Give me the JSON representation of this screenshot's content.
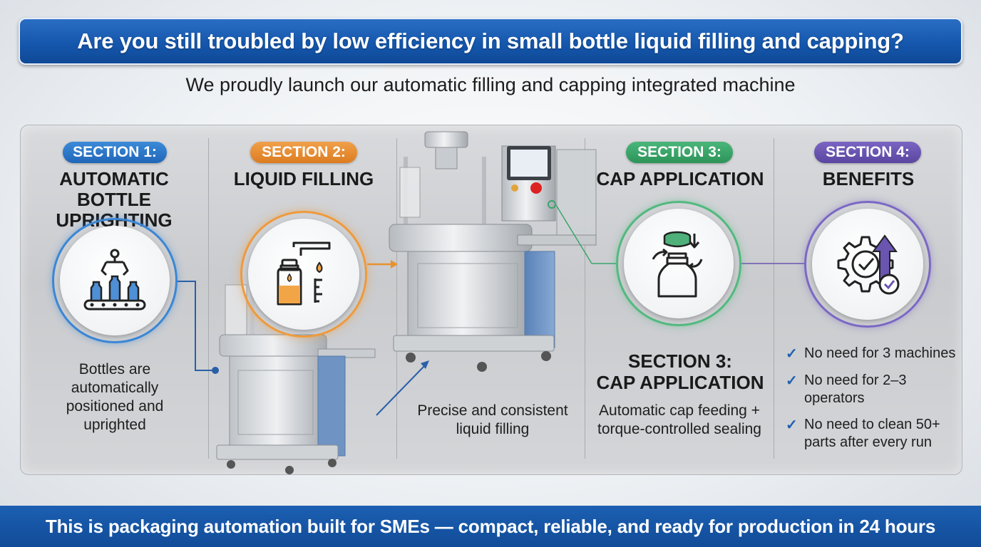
{
  "header": {
    "title": "Are you still troubled by low efficiency in small bottle liquid filling and capping?",
    "subtitle": "We proudly launch our automatic filling and capping integrated machine"
  },
  "sections": [
    {
      "badge": "SECTION 1:",
      "heading_lines": [
        "AUTOMATIC BOTTLE",
        "UPRIGHTING"
      ],
      "description_lines": [
        "Bottles are",
        "automatically",
        "positioned and",
        "uprighted"
      ],
      "icon": "bottle-conveyor-gripper-icon",
      "color": "#2f7fd0"
    },
    {
      "badge": "SECTION 2:",
      "heading_lines": [
        "LIQUID FILLING"
      ],
      "description_lines": [
        "Precise and consistent",
        "liquid filling"
      ],
      "icon": "liquid-filling-nozzle-icon",
      "color": "#e8922e"
    },
    {
      "badge": "SECTION 3:",
      "heading_lines": [
        "CAP APPLICATION"
      ],
      "repeat_heading_lines": [
        "SECTION 3:",
        "CAP APPLICATION"
      ],
      "description_lines": [
        "Automatic cap feeding +",
        "torque-controlled sealing"
      ],
      "icon": "cap-screwing-icon",
      "color": "#3aa56b"
    },
    {
      "badge": "SECTION 4:",
      "heading_lines": [
        "BENEFITS"
      ],
      "icon": "gear-growth-check-icon",
      "color": "#6a55b0",
      "benefits": [
        [
          "No need for 3 machines"
        ],
        [
          "No need for 2–3",
          "operators"
        ],
        [
          "No need to clean 50+",
          "parts after every run"
        ]
      ]
    }
  ],
  "footer": {
    "text": "This is packaging automation built for SMEs — compact, reliable, and ready for production in 24 hours"
  },
  "colors": {
    "brand_blue": "#1557ad",
    "section1": "#2f7fd0",
    "section2": "#e8922e",
    "section3": "#3aa56b",
    "section4": "#6a55b0"
  }
}
